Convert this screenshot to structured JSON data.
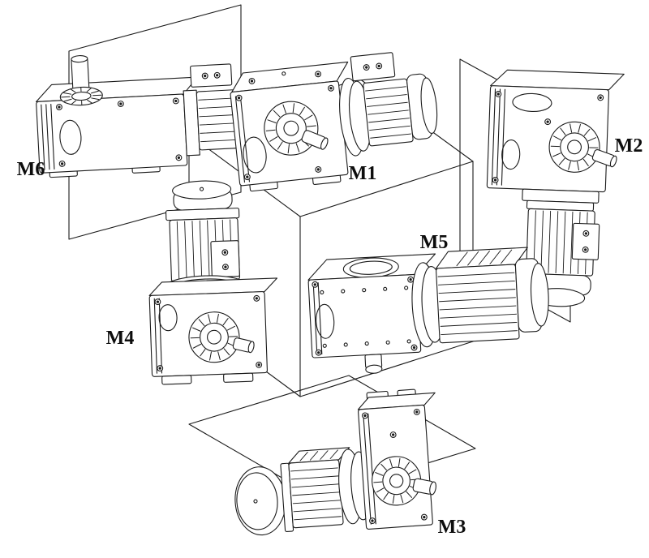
{
  "figure": {
    "kind": "gearmotor-mounting-positions-diagram",
    "background_color": "#ffffff",
    "ink_color": "#1b1b1b",
    "units": [
      {
        "id": "m1",
        "label": "M1"
      },
      {
        "id": "m2",
        "label": "M2"
      },
      {
        "id": "m3",
        "label": "M3"
      },
      {
        "id": "m4",
        "label": "M4"
      },
      {
        "id": "m5",
        "label": "M5"
      },
      {
        "id": "m6",
        "label": "M6"
      }
    ]
  }
}
